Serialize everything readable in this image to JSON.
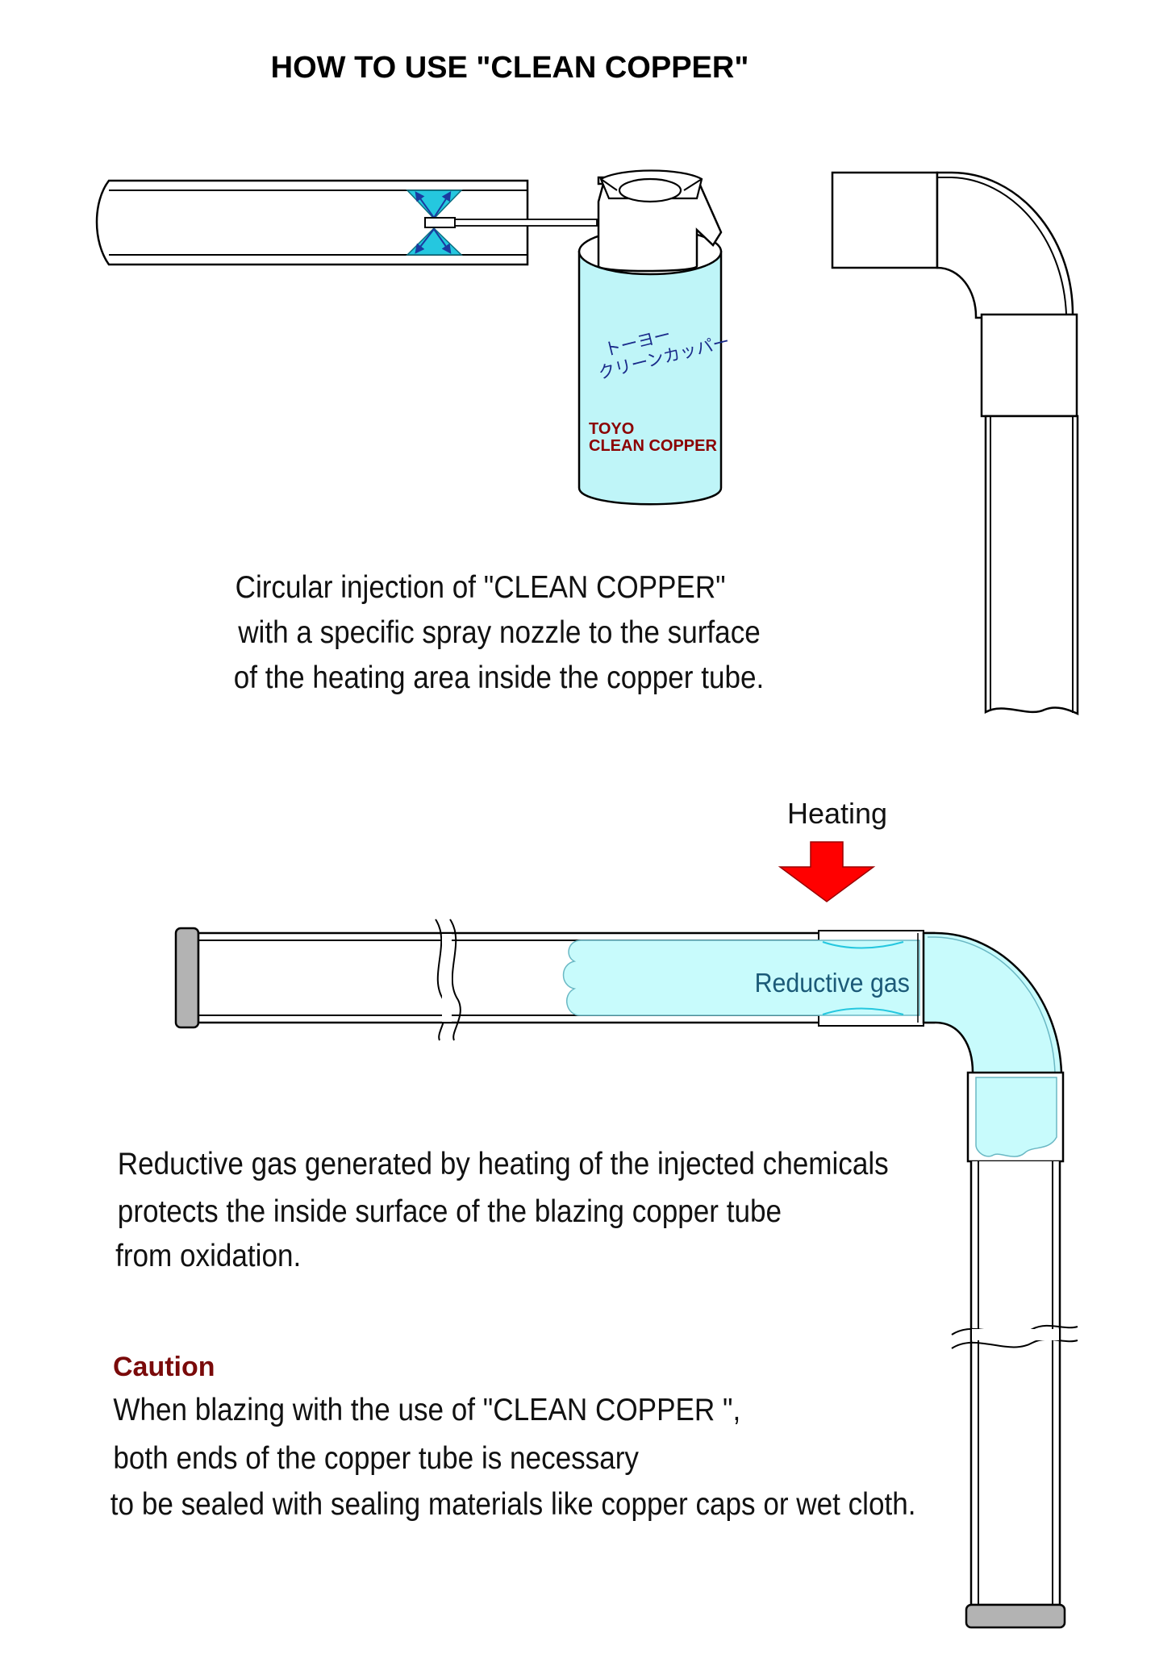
{
  "title": "HOW TO USE \"CLEAN COPPER\"",
  "can": {
    "jp_line1": "トーヨー",
    "jp_line2": "クリーンカッパー",
    "brand_line1": "TOYO",
    "brand_line2": "CLEAN COPPER"
  },
  "step1": [
    "Circular injection of \"CLEAN COPPER\"",
    "with a specific spray nozzle to the surface",
    "of the heating area inside the copper tube."
  ],
  "heating_label": "Heating",
  "gas_label": "Reductive gas",
  "step2": [
    "Reductive gas generated by heating of the injected chemicals",
    "protects the inside surface of the blazing copper tube",
    "from oxidation."
  ],
  "caution": {
    "heading": "Caution",
    "lines": [
      "When blazing with the use of \"CLEAN COPPER \",",
      "both ends of the copper tube is necessary",
      "to be sealed with sealing materials like copper caps or wet cloth."
    ]
  },
  "colors": {
    "can_fill": "#bff5f8",
    "gas_fill": "#c8fbfc",
    "spray_fill": "#25c7df",
    "arrow_red": "#ff0000",
    "cap_gray": "#b3b3b3",
    "caution_red": "#7a0a0a"
  }
}
